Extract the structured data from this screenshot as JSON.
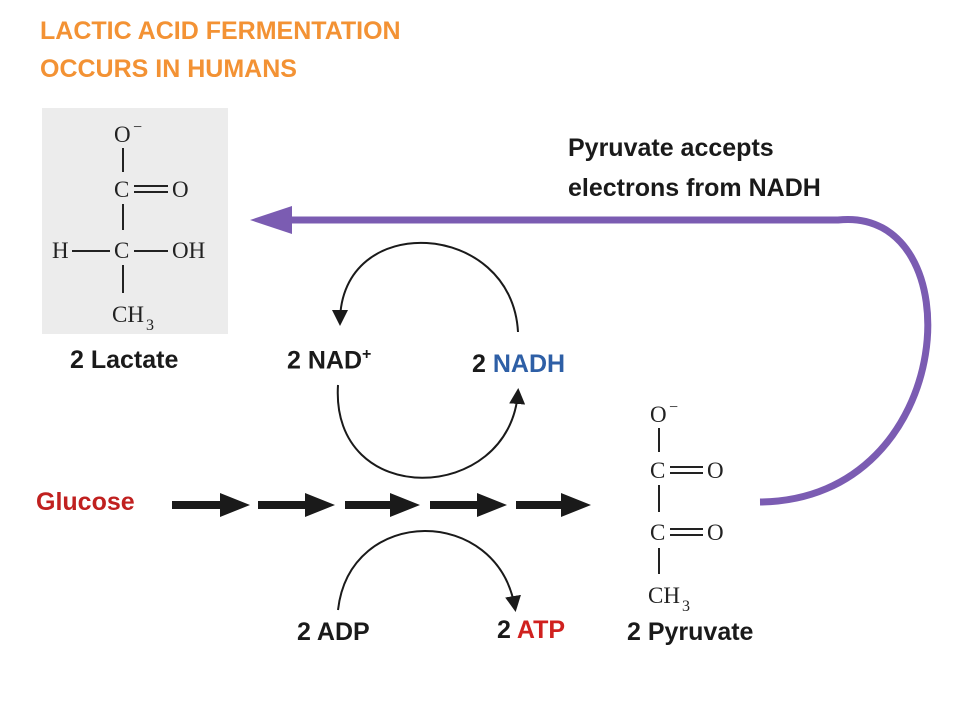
{
  "title": {
    "line1": "LACTIC ACID FERMENTATION",
    "line2": "OCCURS IN HUMANS"
  },
  "caption": {
    "line1": "Pyruvate accepts",
    "line2": "electrons from NADH"
  },
  "labels": {
    "lactate": "2 Lactate",
    "nad_prefix": "2 NAD",
    "nad_sup": "+",
    "nadh_prefix": "2 ",
    "nadh": "NADH",
    "glucose": "Glucose",
    "adp": "2 ADP",
    "atp_prefix": "2 ",
    "atp": "ATP",
    "pyruvate": "2 Pyruvate"
  },
  "lactate_structure": {
    "top": "O",
    "charge": "−",
    "carbonyl_c": "C",
    "carbonyl_o": "O",
    "h": "H",
    "c": "C",
    "oh": "OH",
    "methyl": "CH",
    "methyl_sub": "3"
  },
  "pyruvate_structure": {
    "top": "O",
    "charge": "−",
    "c1": "C",
    "o1": "O",
    "c2": "C",
    "o2": "O",
    "methyl": "CH",
    "methyl_sub": "3"
  },
  "colors": {
    "title": "#f39234",
    "glucose": "#c0201f",
    "nadh": "#2e5fa6",
    "atp": "#d0211f",
    "electron_arrow": "#7b5cb2"
  }
}
